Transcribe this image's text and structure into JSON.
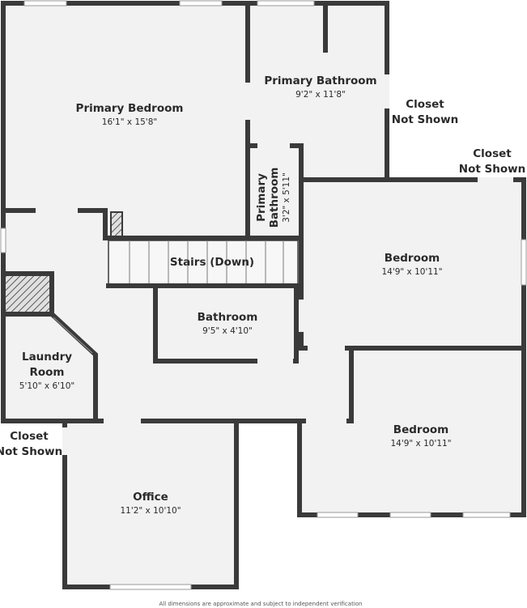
{
  "rooms": {
    "primary_bedroom": {
      "name": "Primary Bedroom",
      "dim": "16'1\" x 15'8\""
    },
    "primary_bathroom": {
      "name": "Primary Bathroom",
      "dim": "9'2\" x 11'8\""
    },
    "primary_bathroom_small": {
      "line1": "Primary",
      "line2": "Bathroom",
      "dim": "3'2\" x 5'11\""
    },
    "stairs": {
      "name": "Stairs (Down)"
    },
    "bedroom_upper": {
      "name": "Bedroom",
      "dim": "14'9\" x 10'11\""
    },
    "bathroom": {
      "name": "Bathroom",
      "dim": "9'5\" x 4'10\""
    },
    "laundry": {
      "line1": "Laundry",
      "line2": "Room",
      "dim": "5'10\" x 6'10\""
    },
    "bedroom_lower": {
      "name": "Bedroom",
      "dim": "14'9\" x 10'11\""
    },
    "office": {
      "name": "Office",
      "dim": "11'2\" x 10'10\""
    }
  },
  "outside_labels": {
    "closet_right_top": {
      "line1": "Closet",
      "line2": "Not Shown"
    },
    "closet_right": {
      "line1": "Closet",
      "line2": "Not Shown"
    },
    "closet_left": {
      "line1": "Closet",
      "line2": "Not Shown"
    }
  },
  "footer": {
    "text": "All dimensions are approximate and subject to independent verification"
  }
}
